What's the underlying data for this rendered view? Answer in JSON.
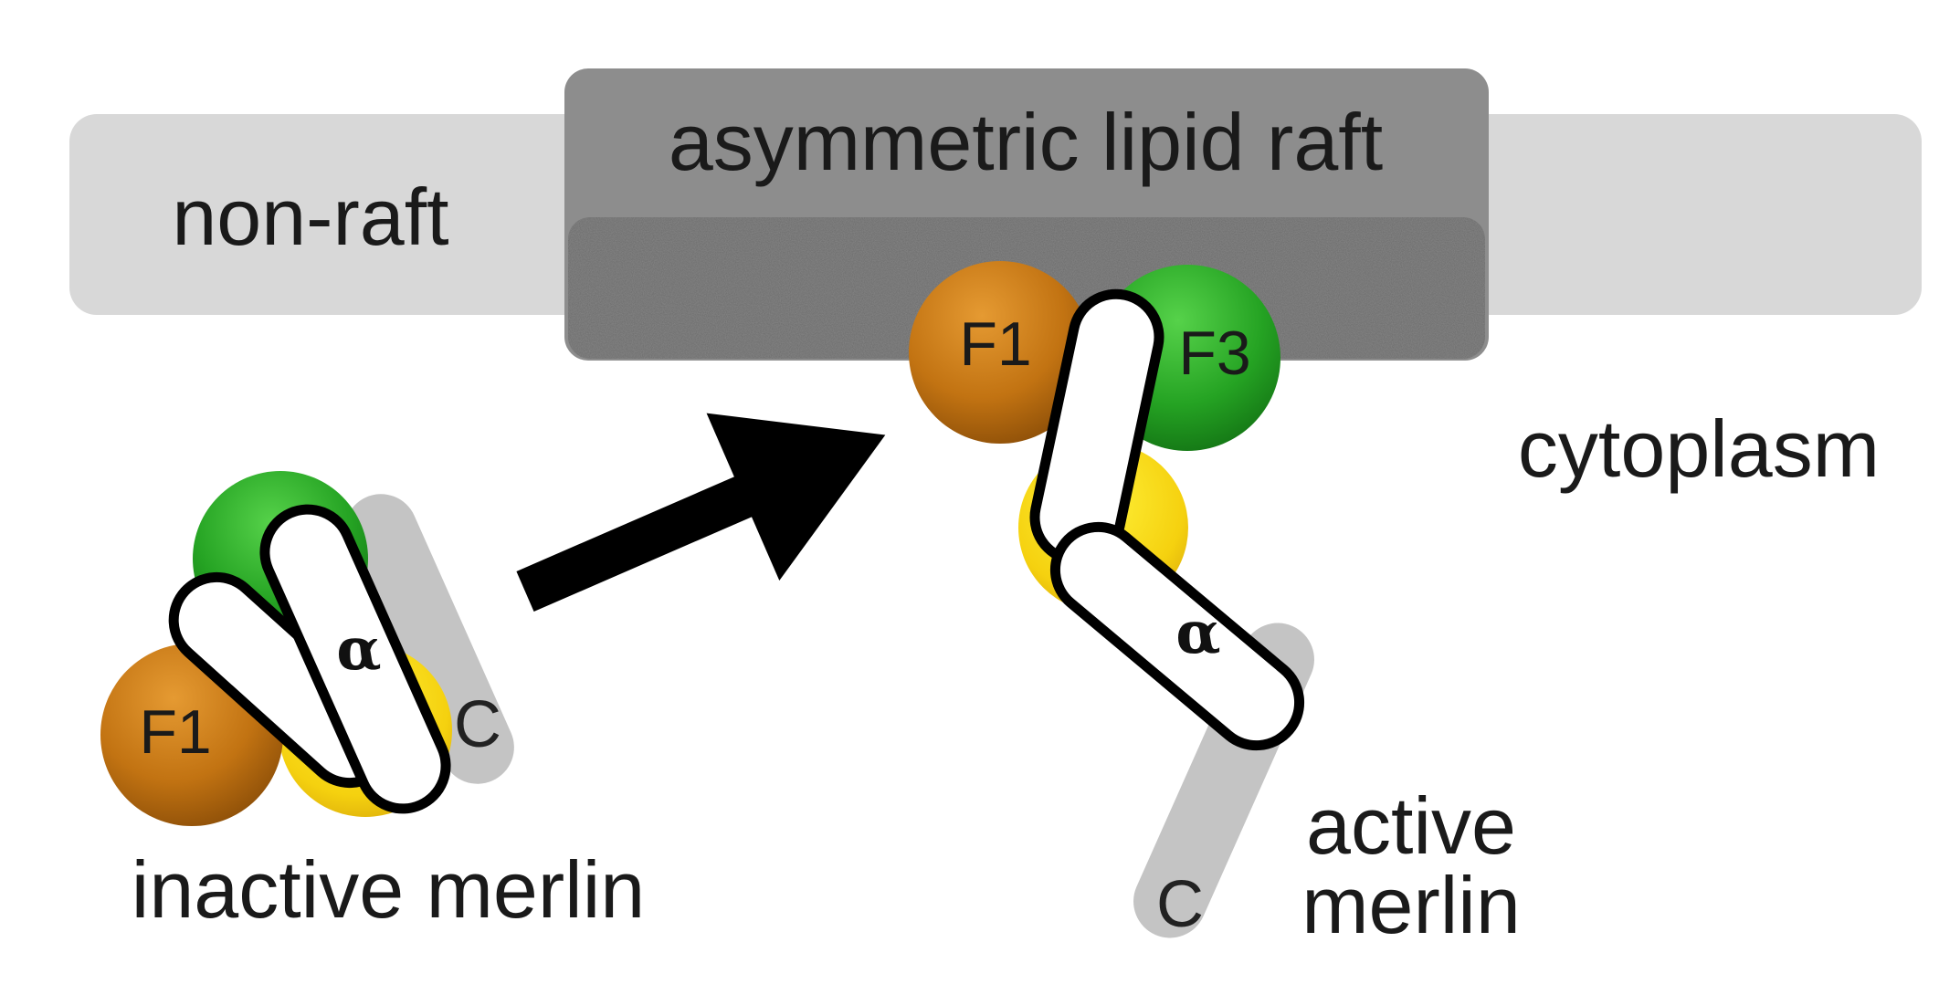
{
  "labels": {
    "non_raft": "non-raft",
    "raft": "asymmetric lipid raft",
    "cytoplasm": "cytoplasm",
    "inactive": "inactive merlin",
    "active_line1": "active",
    "active_line2": "merlin"
  },
  "domains": {
    "f1": "F1",
    "f3": "F3",
    "alpha": "α",
    "c_terminus": "C"
  },
  "colors": {
    "membrane": "#d8d8d8",
    "raft_outer": "#8c8c8c",
    "raft_inner": "#6a6a6a",
    "f1_orange": "#c7780e",
    "f2_yellow": "#f3d21a",
    "f3_green": "#2fa52a",
    "c_tail_gray": "#c4c4c4",
    "helix_white": "#ffffff",
    "arrow": "#000000"
  }
}
